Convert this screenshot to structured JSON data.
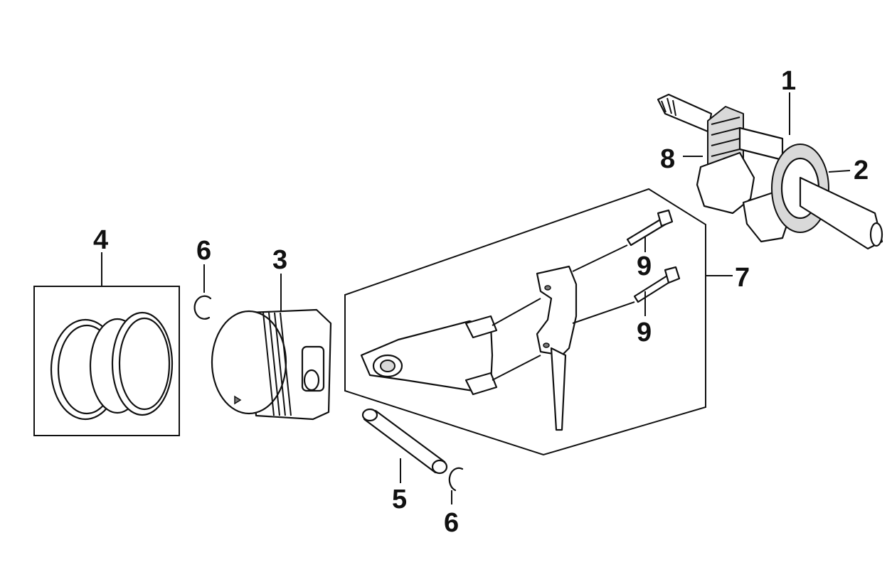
{
  "callouts": {
    "crankshaft": "1",
    "crank_gear": "2",
    "piston": "3",
    "piston_ring_set": "4",
    "piston_pin": "5",
    "piston_pin_clip_upper": "6",
    "piston_pin_clip_lower": "6",
    "connecting_rod_assembly": "7",
    "timing_gear": "8",
    "rod_bolt_upper": "9",
    "rod_bolt_lower": "9"
  },
  "colors": {
    "line": "#111111",
    "shade": "#d9d9d9",
    "background": "#ffffff"
  }
}
